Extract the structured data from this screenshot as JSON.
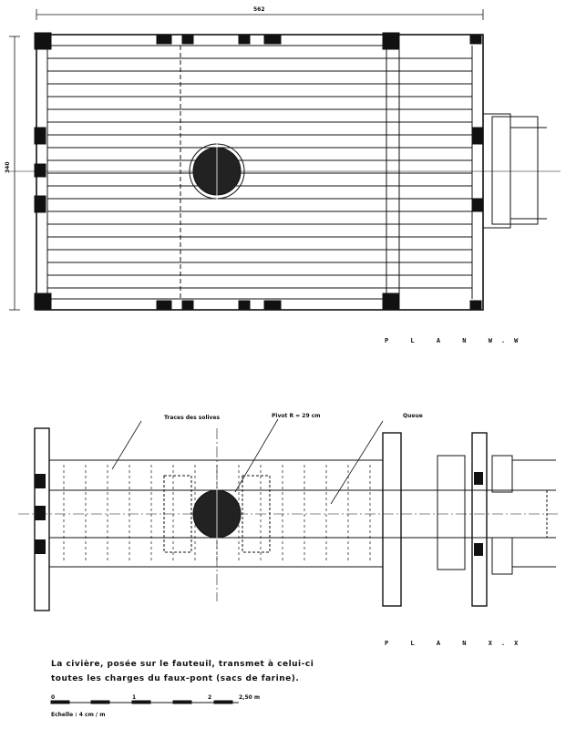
{
  "plan_top": {
    "title": "P L A N  W.W",
    "width_dim": "562",
    "height_dim": "340"
  },
  "plan_bottom": {
    "title": "P L A N  X.X",
    "label_traces": "Traces des solives",
    "label_pivot": "Pivot  R = 29 cm",
    "label_queue": "Queue"
  },
  "caption": {
    "line1": "La civière, posée sur le fauteuil, transmet à celui-ci",
    "line2": "toutes les charges du faux-pont (sacs de farine)."
  },
  "scale": {
    "tick_0": "0",
    "tick_1": "1",
    "tick_2": "2",
    "tick_end": "2,50 m",
    "label": "Echelle : 4 cm / m"
  }
}
